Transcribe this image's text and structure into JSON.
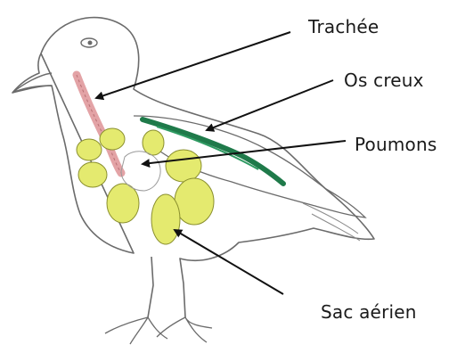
{
  "labels": {
    "trachee": "Trachée",
    "os_creux": "Os creux",
    "poumons": "Poumons",
    "sac_aerien": "Sac aérien"
  },
  "colors": {
    "background": "#ffffff",
    "outline": "#6b6b6b",
    "air_sac": "#e4ea6f",
    "bone": "#1f7a4a",
    "trachea": "#e3a3a6",
    "arrow": "#111111",
    "label_text": "#1a1a1a"
  }
}
